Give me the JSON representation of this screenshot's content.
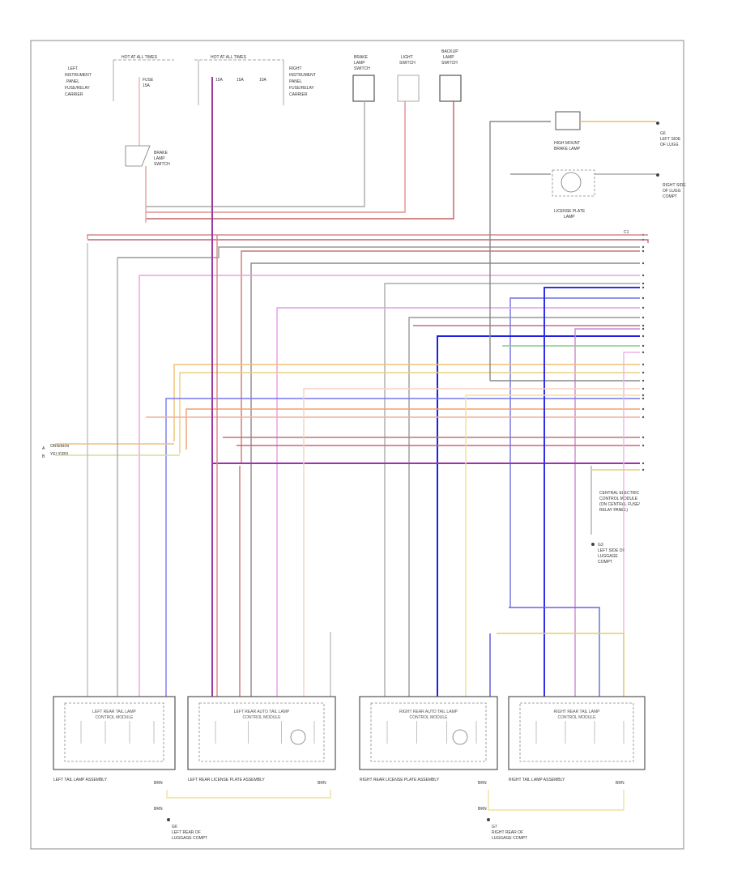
{
  "diagram": {
    "corner_label": "",
    "fuse_box_top_left": "HOT AT ALL TIMES",
    "fuse_box_top_mid": "HOT AT ALL TIMES",
    "modules": [
      {
        "title": "LEFT REAR TAIL LAMP",
        "sub": "CONTROL MODULE"
      },
      {
        "title": "LEFT REAR AUTO TAIL LAMP",
        "sub": "CONTROL MODULE"
      },
      {
        "title": "RIGHT REAR AUTO TAIL LAMP",
        "sub": "CONTROL MODULE"
      },
      {
        "title": "RIGHT REAR TAIL LAMP",
        "sub": "CONTROL MODULE"
      }
    ],
    "module_captions": [
      "LEFT TAIL LAMP ASSEMBLY",
      "LEFT REAR LICENSE PLATE ASSEMBLY",
      "RIGHT REAR LICENSE PLATE ASSEMBLY",
      "RIGHT TAIL LAMP ASSEMBLY"
    ],
    "grounds": [
      "G6 LEFT REAR OF LUGGAGE COMPARTMENT",
      "G7 RIGHT REAR OF LUGGAGE COMPARTMENT"
    ],
    "upper_modules": [
      "HIGH MOUNT BRAKE LAMP",
      "LICENSE PLATE LAMP"
    ],
    "top_devices": [
      "BRAKE LAMP SWITCH",
      "LIGHT SWITCH",
      "BACKUP LAMP SWITCH"
    ],
    "right_note": "CENTRAL ELECTRIC CONTROL MODULE",
    "right_ground": "G3 LEFT SIDE OF LUGGAGE COMPARTMENT"
  }
}
